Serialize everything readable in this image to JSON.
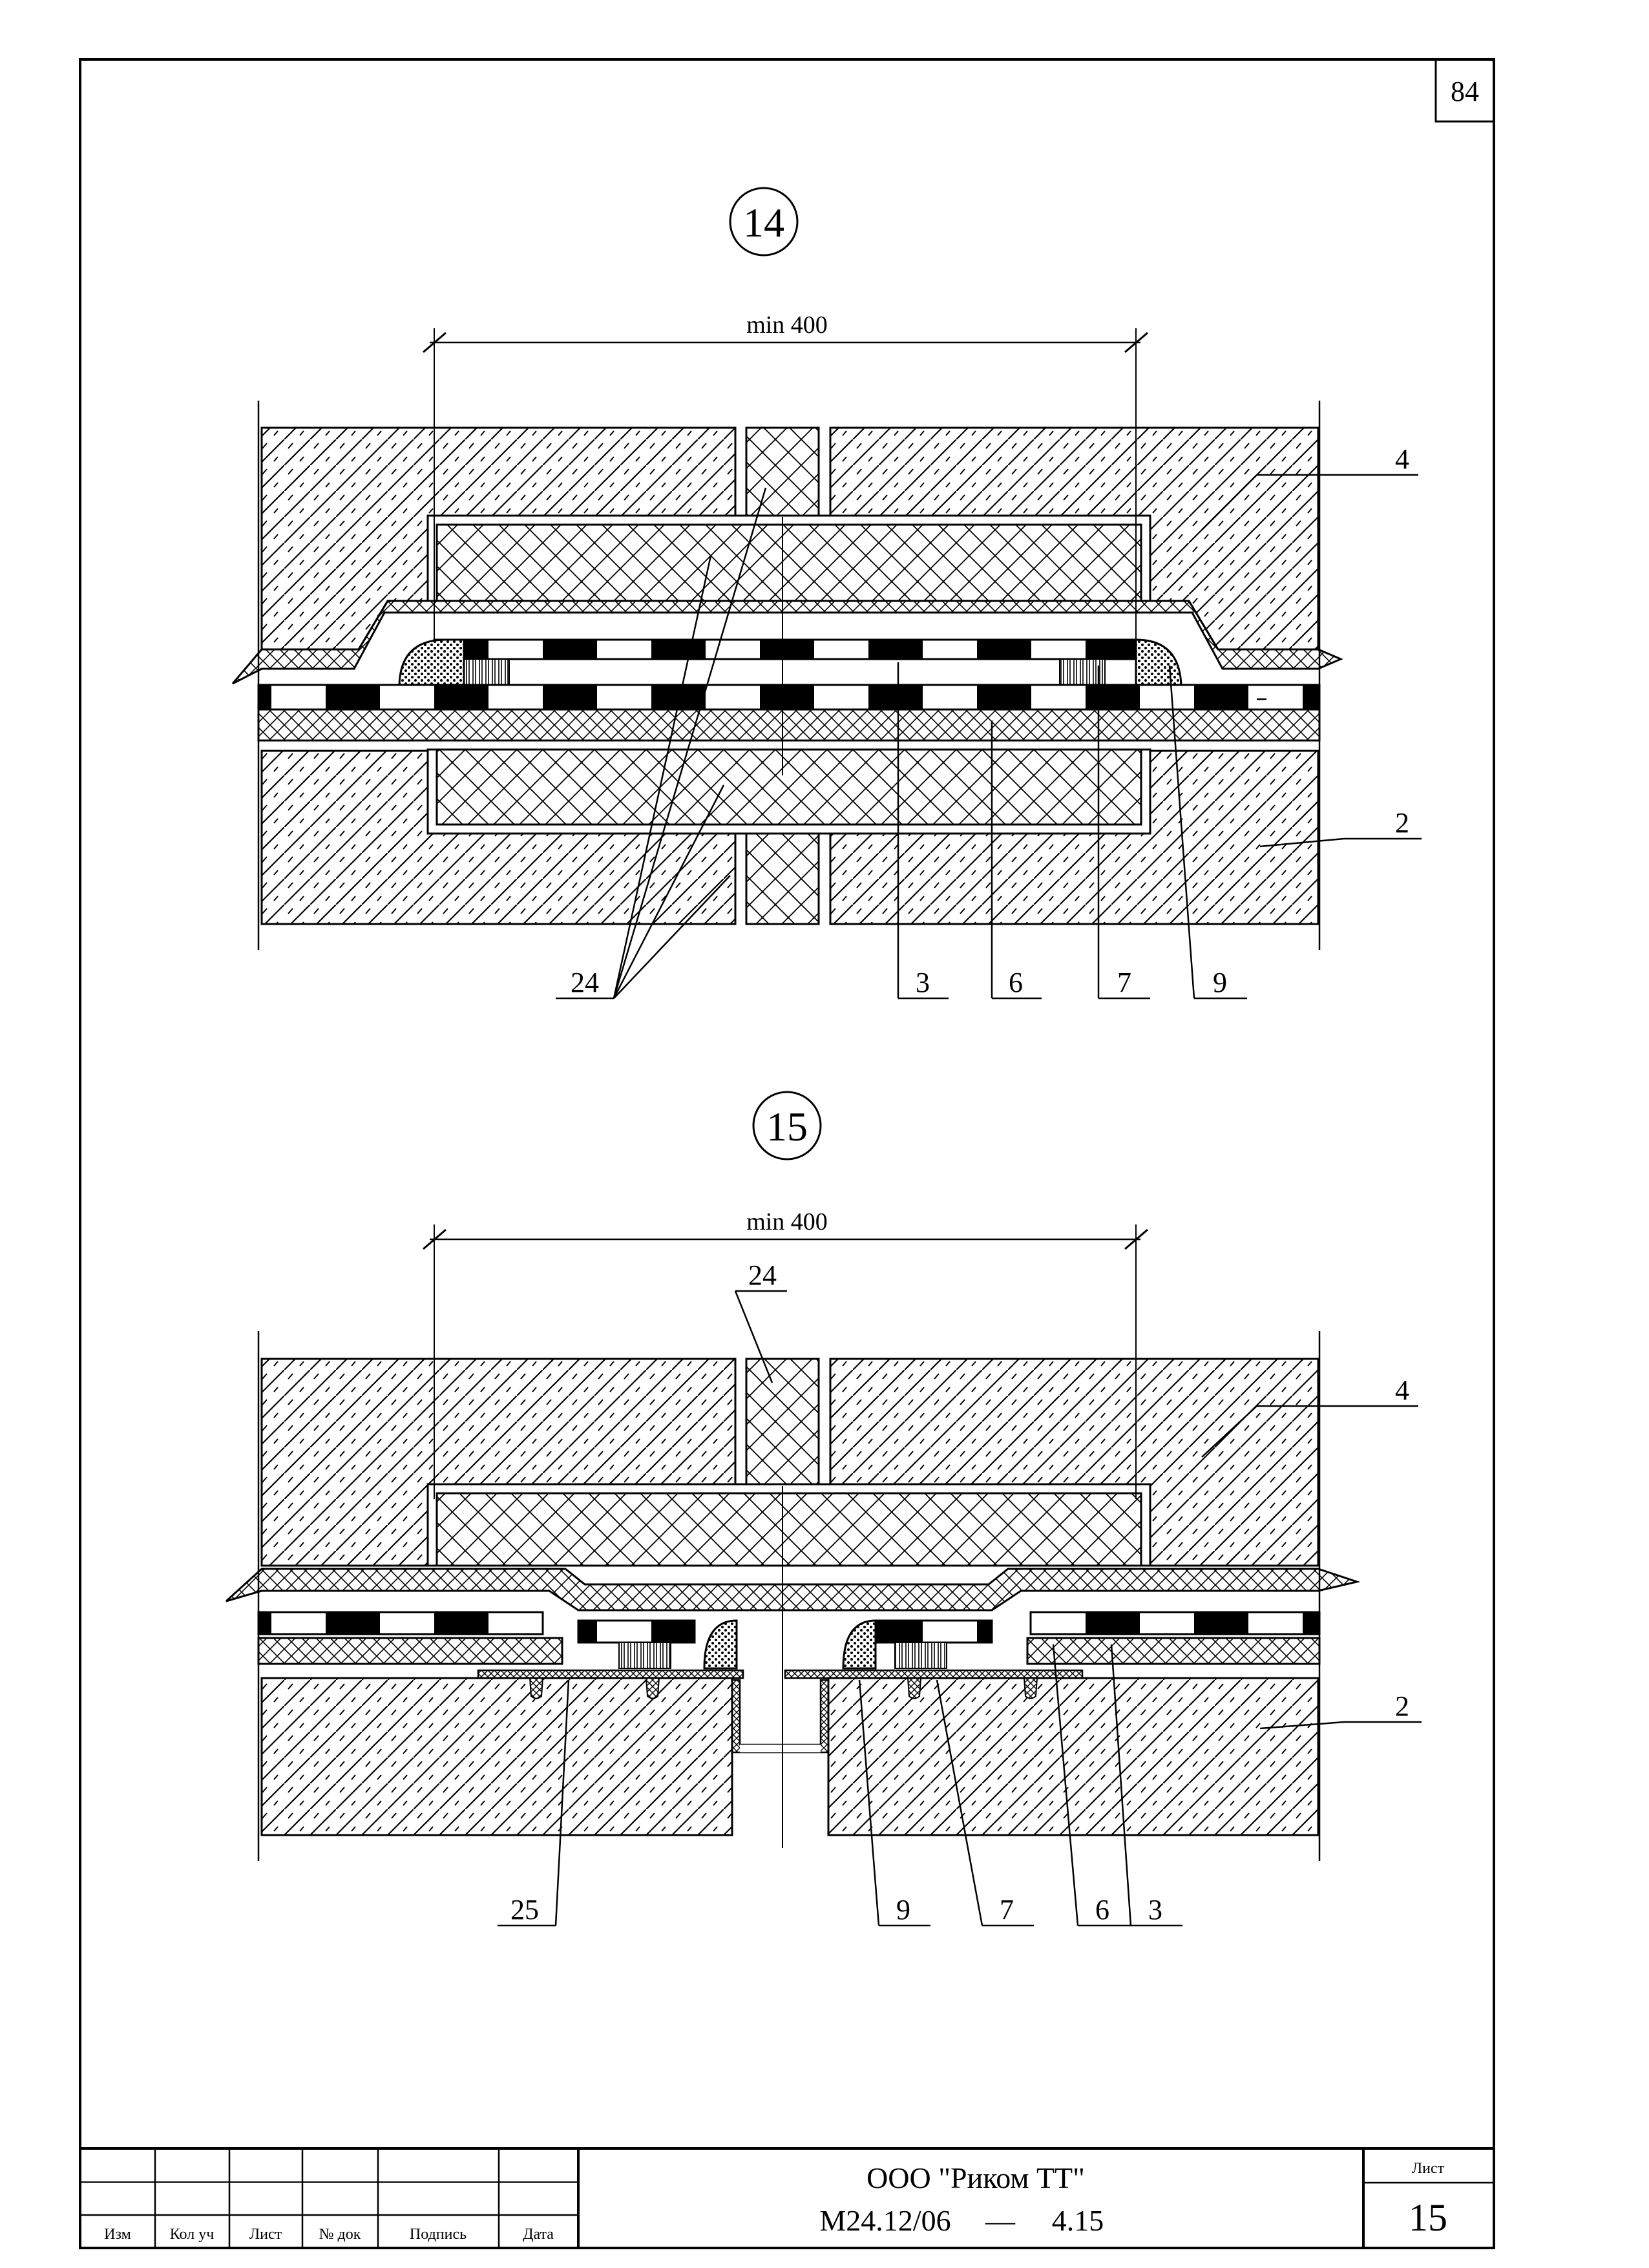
{
  "sheet_number": "84",
  "details": [
    {
      "number": "14",
      "dimension": "min 400",
      "labels": {
        "l4": "4",
        "l2": "2",
        "l24": "24",
        "l3": "3",
        "l6": "6",
        "l7": "7",
        "l9": "9"
      }
    },
    {
      "number": "15",
      "dimension": "min 400",
      "labels": {
        "l24": "24",
        "l4": "4",
        "l2": "2",
        "l25": "25",
        "l9": "9",
        "l7": "7",
        "l6": "6",
        "l3": "3"
      }
    }
  ],
  "title_block": {
    "columns": [
      "Изм",
      "Кол уч",
      "Лист",
      "№ док",
      "Подпись",
      "Дата"
    ],
    "company": "ООО \"Риком ТТ\"",
    "doc_code": "М24.12/06",
    "dash": "—",
    "section": "4.15",
    "sheet_label": "Лист",
    "sheet_value": "15"
  }
}
